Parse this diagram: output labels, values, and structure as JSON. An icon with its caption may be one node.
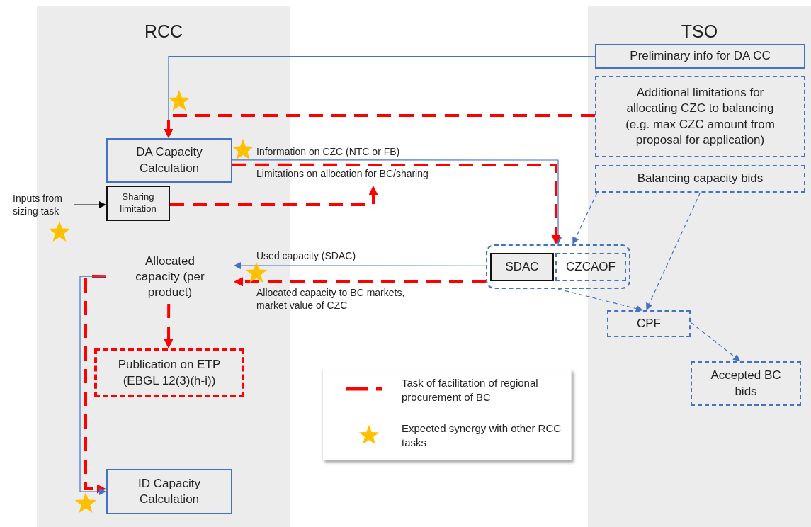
{
  "diagram": {
    "nodes": [
      {
        "text": [
          "RCC"
        ]
      },
      {
        "text": [
          "TSO"
        ]
      },
      {
        "text": [
          "Preliminary info for DA CC"
        ],
        "in": 1
      },
      {
        "text": [
          "Additional limitations for allocating CZC to balancing (e.g. max CZC amount from proposal for application)"
        ],
        "in": 1
      },
      {
        "text": [
          "Balancing capacity bids"
        ],
        "in": 1
      },
      {
        "text": [
          "DA Capacity Calculation"
        ],
        "in": 0
      },
      {
        "text": [
          "Sharing limitation"
        ],
        "in": 0
      },
      {
        "text": [
          "Inputs from sizing task"
        ]
      },
      {
        "text": [],
        "shape": "box"
      },
      {
        "text": [
          "SDAC"
        ],
        "in": 8
      },
      {
        "text": [
          "CZCAOF"
        ],
        "in": 8
      },
      {
        "text": [
          "Allocated capacity (per product)"
        ],
        "in": 0
      },
      {
        "text": [
          "Publication on ETP (EBGL 12(3)(h-i))"
        ],
        "in": 0
      },
      {
        "text": [
          "ID Capacity Calculation"
        ],
        "in": 0
      },
      {
        "text": [
          "CPF"
        ],
        "in": 1
      },
      {
        "text": [
          "Accepted BC bids"
        ],
        "in": 1
      }
    ],
    "edges": [
      {
        "from": 2,
        "to": 5,
        "arrow": "to"
      },
      {
        "from": 3,
        "to": 5,
        "arrow": "to",
        "style": "dashed",
        "color": "#ff0000"
      },
      {
        "from": 5,
        "to": 8,
        "arrow": "to",
        "label": "Information on CZC (NTC or FB)"
      },
      {
        "from": 5,
        "to": 8,
        "arrow": "to",
        "label": "Limitations on allocation for BC/sharing",
        "style": "dashed",
        "color": "#ff0000"
      },
      {
        "from": 6,
        "to": null,
        "arrow": "to",
        "style": "dashed",
        "color": "#ff0000"
      },
      {
        "from": 7,
        "to": 6,
        "arrow": "to",
        "color": "#000000"
      },
      {
        "from": 4,
        "to": 8,
        "arrow": "to",
        "style": "dashed"
      },
      {
        "from": 4,
        "to": 14,
        "arrow": "to",
        "style": "dashed"
      },
      {
        "from": 8,
        "to": 14,
        "arrow": "to",
        "style": "dashed"
      },
      {
        "from": 14,
        "to": 15,
        "arrow": "to",
        "style": "dashed"
      },
      {
        "from": 8,
        "to": 11,
        "arrow": "to",
        "label": "Used capacity (SDAC)"
      },
      {
        "from": 8,
        "to": 11,
        "arrow": "to",
        "label": "Allocated capacity to BC markets, market value of CZC",
        "style": "dashed",
        "color": "#ff0000"
      },
      {
        "from": 11,
        "to": 12,
        "arrow": "to",
        "style": "dashed",
        "color": "#ff0000"
      },
      {
        "from": 11,
        "to": 13,
        "arrow": "to",
        "style": "dashed",
        "color": "#ff0000"
      },
      {
        "from": 11,
        "to": 13,
        "arrow": "to"
      }
    ],
    "legend": [
      {
        "text": "Task of facilitation of regional procurement of BC"
      },
      {
        "text": "Expected synergy with other RCC tasks"
      }
    ]
  }
}
